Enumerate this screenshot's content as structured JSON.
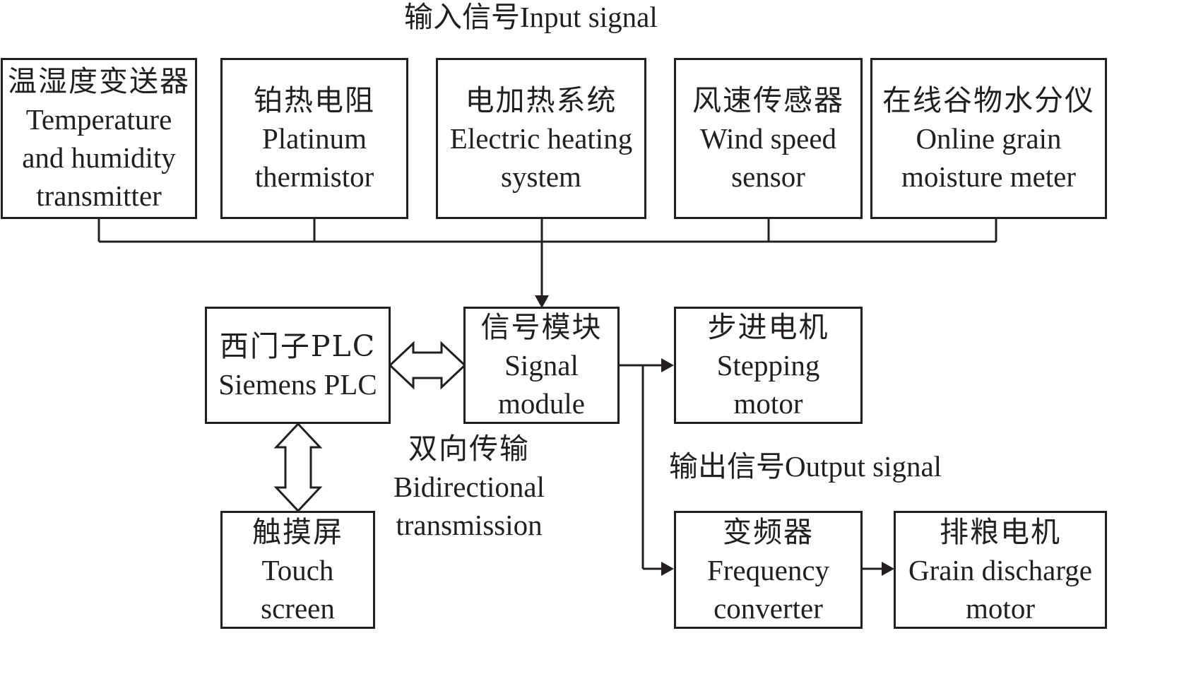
{
  "diagram": {
    "input_label": "输入信号Input signal",
    "output_label": "输出信号Output signal",
    "bidirectional_label": {
      "zh": "双向传输",
      "en1": "Bidirectional",
      "en2": "transmission"
    },
    "input_devices": [
      {
        "zh": "温湿度变送器",
        "en": [
          "Temperature",
          "and humidity",
          "transmitter"
        ]
      },
      {
        "zh": "铂热电阻",
        "en": [
          "Platinum",
          "thermistor"
        ]
      },
      {
        "zh": "电加热系统",
        "en": [
          "Electric heating",
          "system"
        ]
      },
      {
        "zh": "风速传感器",
        "en": [
          "Wind speed",
          "sensor"
        ]
      },
      {
        "zh": "在线谷物水分仪",
        "en": [
          "Online grain",
          "moisture meter"
        ]
      }
    ],
    "plc": {
      "zh": "西门子PLC",
      "en": "Siemens PLC"
    },
    "signal_module": {
      "zh": "信号模块",
      "en": [
        "Signal",
        "module"
      ]
    },
    "touch_screen": {
      "zh": "触摸屏",
      "en": [
        "Touch",
        "screen"
      ]
    },
    "stepping_motor": {
      "zh": "步进电机",
      "en": [
        "Stepping",
        "motor"
      ]
    },
    "frequency_converter": {
      "zh": "变频器",
      "en": [
        "Frequency",
        "converter"
      ]
    },
    "grain_discharge_motor": {
      "zh": "排粮电机",
      "en": [
        "Grain discharge",
        "motor"
      ]
    },
    "connections": [
      {
        "from": "input_devices",
        "to": "signal_module",
        "type": "arrow"
      },
      {
        "from": "plc",
        "to": "signal_module",
        "type": "bidirectional"
      },
      {
        "from": "plc",
        "to": "touch_screen",
        "type": "bidirectional"
      },
      {
        "from": "signal_module",
        "to": "stepping_motor",
        "type": "arrow"
      },
      {
        "from": "signal_module",
        "to": "frequency_converter",
        "type": "arrow"
      },
      {
        "from": "frequency_converter",
        "to": "grain_discharge_motor",
        "type": "arrow"
      }
    ]
  }
}
